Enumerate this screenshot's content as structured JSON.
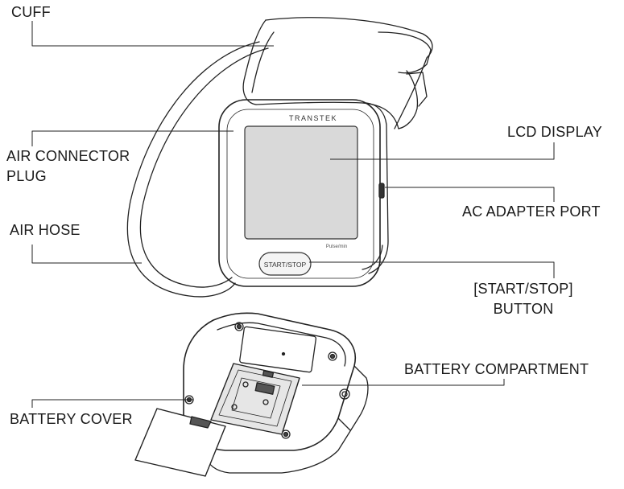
{
  "labels": {
    "cuff": "CUFF",
    "air_connector_line1": "AIR CONNECTOR",
    "air_connector_line2": "PLUG",
    "air_hose": "AIR HOSE",
    "lcd_display": "LCD DISPLAY",
    "ac_adapter_port": "AC ADAPTER PORT",
    "start_stop_line1": "[START/STOP]",
    "start_stop_line2": "BUTTON",
    "battery_compartment": "BATTERY COMPARTMENT",
    "battery_cover": "BATTERY COVER"
  },
  "device": {
    "brand": "TRANSTEK",
    "button_text": "START/STOP",
    "pulse_unit": "Pulse/min"
  }
}
